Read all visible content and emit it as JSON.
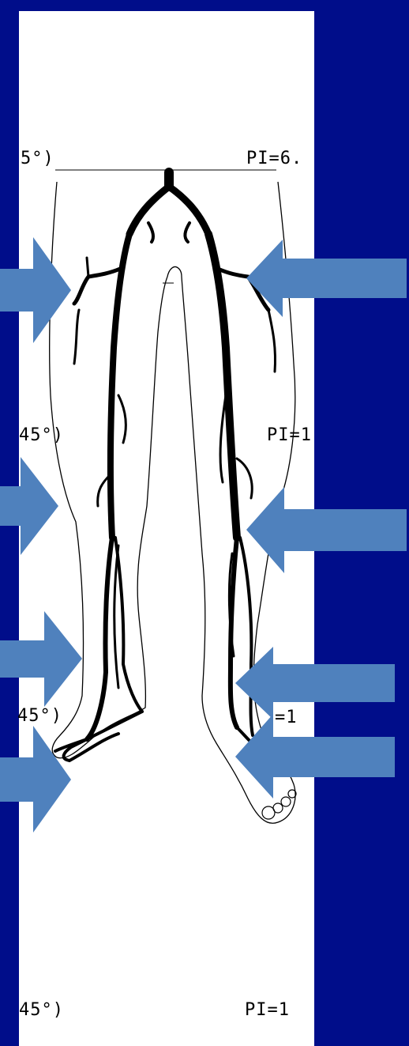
{
  "colors": {
    "background": "#000d8a",
    "panel": "#ffffff",
    "arrow": "#4f81bd",
    "ink": "#000000"
  },
  "labels": {
    "top_left": "5°)",
    "top_right": "PI=6.",
    "mid_left": "45°)",
    "mid_right": "PI=1",
    "ankle_left": "45°)",
    "ankle_right": "=1",
    "bottom_left": "45°)",
    "bottom_right": "PI=1"
  },
  "arrows": {
    "left": [
      "arrow-right-icon",
      "arrow-right-icon",
      "arrow-right-icon",
      "arrow-right-icon"
    ],
    "right": [
      "arrow-left-icon",
      "arrow-left-icon",
      "arrow-left-icon",
      "arrow-left-icon"
    ]
  }
}
